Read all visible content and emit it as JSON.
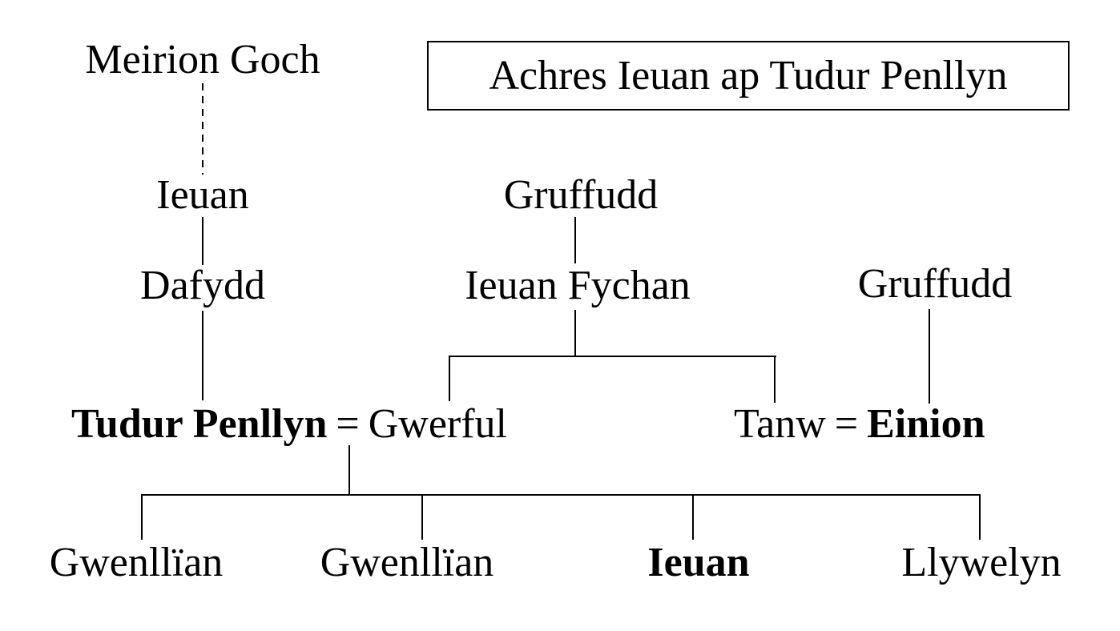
{
  "title": "Achres Ieuan ap Tudur Penllyn",
  "marriage_symbol": "=",
  "nodes": {
    "meirion_goch": {
      "label": "Meirion Goch",
      "bold": false
    },
    "ieuan_elder": {
      "label": "Ieuan",
      "bold": false
    },
    "dafydd": {
      "label": "Dafydd",
      "bold": false
    },
    "tudur_penllyn": {
      "label": "Tudur Penllyn",
      "bold": true
    },
    "gruffudd_middle": {
      "label": "Gruffudd",
      "bold": false
    },
    "ieuan_fychan": {
      "label": "Ieuan Fychan",
      "bold": false
    },
    "gwerful": {
      "label": "Gwerful",
      "bold": false
    },
    "tanw": {
      "label": "Tanw",
      "bold": false
    },
    "gruffudd_right": {
      "label": "Gruffudd",
      "bold": false
    },
    "einion": {
      "label": "Einion",
      "bold": true
    },
    "gwenllian_first": {
      "label": "Gwenllïan",
      "bold": false
    },
    "gwenllian_second": {
      "label": "Gwenllïan",
      "bold": false
    },
    "ieuan_younger": {
      "label": "Ieuan",
      "bold": true
    },
    "llywelyn": {
      "label": "Llywelyn",
      "bold": false
    }
  },
  "relationships": {
    "descents": [
      {
        "parent": "Meirion Goch",
        "child": "Ieuan",
        "line_style": "dashed"
      },
      {
        "parent": "Ieuan",
        "child": "Dafydd",
        "line_style": "solid"
      },
      {
        "parent": "Dafydd",
        "child": "Tudur Penllyn",
        "line_style": "solid"
      },
      {
        "parent": "Gruffudd",
        "child": "Ieuan Fychan",
        "line_style": "solid"
      },
      {
        "parent": "Ieuan Fychan",
        "children": [
          "Gwerful",
          "Tanw"
        ],
        "line_style": "solid"
      },
      {
        "parent": "Gruffudd",
        "child": "Einion",
        "line_style": "solid"
      }
    ],
    "marriages": [
      {
        "spouses": [
          "Tudur Penllyn",
          "Gwerful"
        ]
      },
      {
        "spouses": [
          "Tanw",
          "Einion"
        ]
      }
    ],
    "children_of_tudur_penllyn_and_gwerful": [
      "Gwenllïan",
      "Gwenllïan",
      "Ieuan",
      "Llywelyn"
    ]
  },
  "colors": {
    "ink": "#000000",
    "background": "#ffffff"
  }
}
